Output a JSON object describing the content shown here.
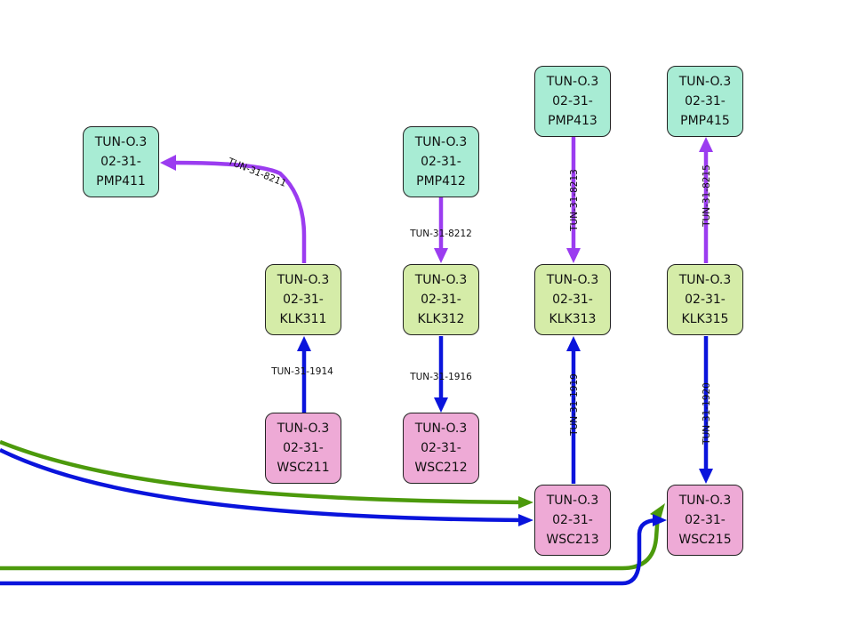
{
  "colors": {
    "pmp": "#a8ecd4",
    "klk": "#d5eca8",
    "wsc": "#eeaad6",
    "purple": "#9b3cf0",
    "blue": "#0a14dc",
    "green": "#4c9a0c"
  },
  "nodes": {
    "pmp411": {
      "l1": "TUN-O.3",
      "l2": "02-31-",
      "l3": "PMP411",
      "type": "pmp"
    },
    "pmp412": {
      "l1": "TUN-O.3",
      "l2": "02-31-",
      "l3": "PMP412",
      "type": "pmp"
    },
    "pmp413": {
      "l1": "TUN-O.3",
      "l2": "02-31-",
      "l3": "PMP413",
      "type": "pmp"
    },
    "pmp415": {
      "l1": "TUN-O.3",
      "l2": "02-31-",
      "l3": "PMP415",
      "type": "pmp"
    },
    "klk311": {
      "l1": "TUN-O.3",
      "l2": "02-31-",
      "l3": "KLK311",
      "type": "klk"
    },
    "klk312": {
      "l1": "TUN-O.3",
      "l2": "02-31-",
      "l3": "KLK312",
      "type": "klk"
    },
    "klk313": {
      "l1": "TUN-O.3",
      "l2": "02-31-",
      "l3": "KLK313",
      "type": "klk"
    },
    "klk315": {
      "l1": "TUN-O.3",
      "l2": "02-31-",
      "l3": "KLK315",
      "type": "klk"
    },
    "wsc211": {
      "l1": "TUN-O.3",
      "l2": "02-31-",
      "l3": "WSC211",
      "type": "wsc"
    },
    "wsc212": {
      "l1": "TUN-O.3",
      "l2": "02-31-",
      "l3": "WSC212",
      "type": "wsc"
    },
    "wsc213": {
      "l1": "TUN-O.3",
      "l2": "02-31-",
      "l3": "WSC213",
      "type": "wsc"
    },
    "wsc215": {
      "l1": "TUN-O.3",
      "l2": "02-31-",
      "l3": "WSC215",
      "type": "wsc"
    }
  },
  "edges": {
    "e8211": {
      "label": "TUN-31-8211",
      "from": "klk311",
      "to": "pmp411",
      "color": "purple"
    },
    "e8212": {
      "label": "TUN-31-8212",
      "from": "pmp412",
      "to": "klk312",
      "color": "purple"
    },
    "e8213": {
      "label": "TUN-31-8213",
      "from": "pmp413",
      "to": "klk313",
      "color": "purple"
    },
    "e8215": {
      "label": "TUN-31-8215",
      "from": "klk315",
      "to": "pmp415",
      "color": "purple"
    },
    "e1914": {
      "label": "TUN-31-1914",
      "from": "wsc211",
      "to": "klk311",
      "color": "blue"
    },
    "e1916": {
      "label": "TUN-31-1916",
      "from": "klk312",
      "to": "wsc212",
      "color": "blue"
    },
    "e1919": {
      "label": "TUN-31-1919",
      "from": "wsc213",
      "to": "klk313",
      "color": "blue"
    },
    "e1920": {
      "label": "TUN-31-1920",
      "from": "klk315",
      "to": "wsc215",
      "color": "blue"
    }
  }
}
